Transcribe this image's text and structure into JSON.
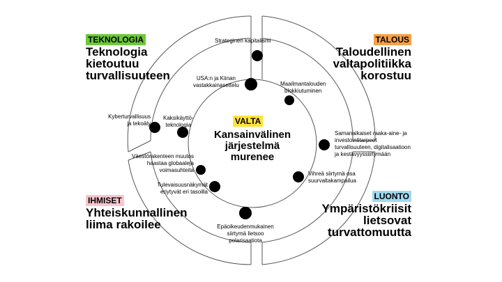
{
  "center": {
    "tag": "VALTA",
    "title_lines": [
      "Kansainvälinen",
      "järjestelmä",
      "murenee"
    ]
  },
  "colors": {
    "teknologia": "#6dc93a",
    "talous": "#f5a146",
    "valta": "#ffe23a",
    "luonto": "#9fd9ee",
    "ihmiset": "#f7c6cf",
    "line": "#555555",
    "dot": "#000000"
  },
  "quadrants": {
    "teknologia": {
      "tag": "TEKNOLOGIA",
      "lines": [
        "Teknologia",
        "kietoutuu",
        "turvallisuuteen"
      ]
    },
    "talous": {
      "tag": "TALOUS",
      "lines": [
        "Taloudellinen",
        "valtapolitiikka",
        "korostuu"
      ]
    },
    "ihmiset": {
      "tag": "IHMISET",
      "lines": [
        "Yhteiskunnallinen",
        "liima rakoilee"
      ]
    },
    "luonto": {
      "tag": "LUONTO",
      "lines": [
        "Ympäristökriisit",
        "lietsovat",
        "turvattomuutta"
      ]
    }
  },
  "labels": {
    "strateginen": [
      "Strateginen kapitalismi"
    ],
    "usa_kiina": [
      "USA:n ja Kiinan",
      "vastakkainasettelu"
    ],
    "maailmantalouden": [
      "Maailmantalouden",
      "blokkiutuminen"
    ],
    "samanaikaiset": [
      "Samanaikaiset raaka-aine- ja",
      "investointitarpeet",
      "turvallisuuteen, digitalisaatioon",
      "ja  kestävyyssiirtymään"
    ],
    "vihrea": [
      "Vihreä siirtymä osa",
      "suurvaltakampailua"
    ],
    "epaoikeudenmukainen": [
      "Epäoikeudenmukainen",
      "siirtymä lietsoo",
      "polarisaatiota"
    ],
    "tulevaisuus": [
      "Tulevaisuusnäkymät",
      "eriytyvät eri tasoilla"
    ],
    "vaestorakenne": [
      "Väestörakenteen muutos",
      "haastaa globaaleja",
      "voimasuhteita"
    ],
    "kyber": [
      "Kyberturvallisuus",
      "ja tekoäly"
    ],
    "kaksikaytto": [
      "Kaksikäyttö-",
      "teknologia"
    ]
  }
}
